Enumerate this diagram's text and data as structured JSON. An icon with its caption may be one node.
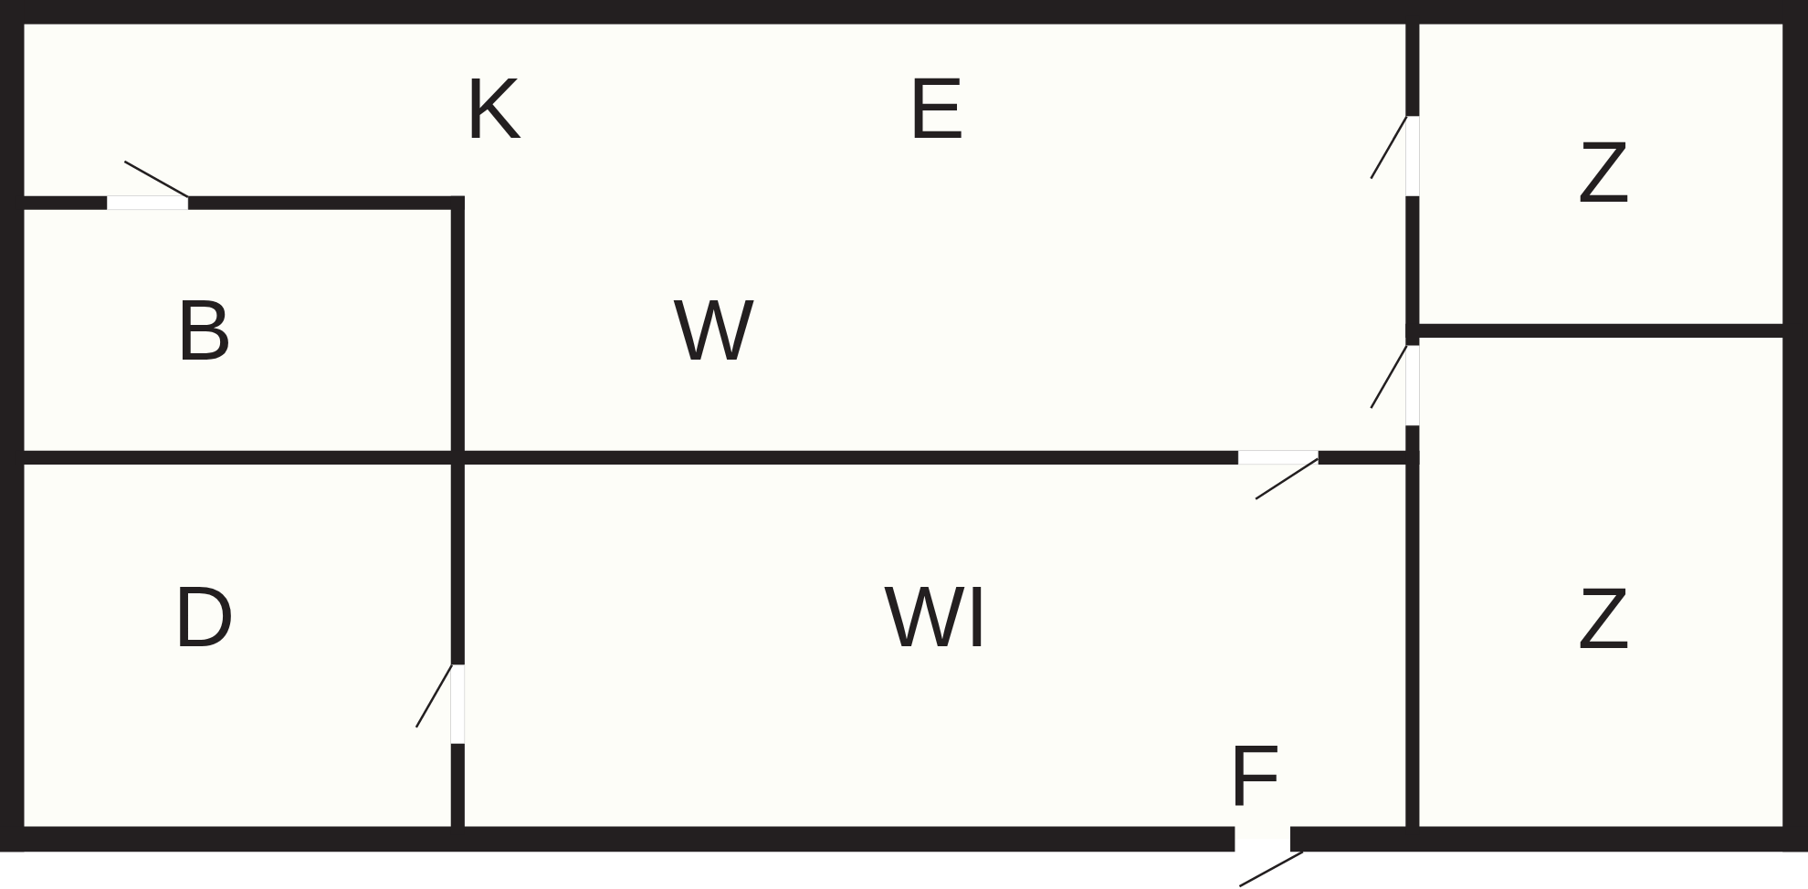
{
  "diagram": {
    "labels": [
      "K",
      "E",
      "Z",
      "B",
      "W",
      "D",
      "WI",
      "F",
      "Z"
    ]
  }
}
